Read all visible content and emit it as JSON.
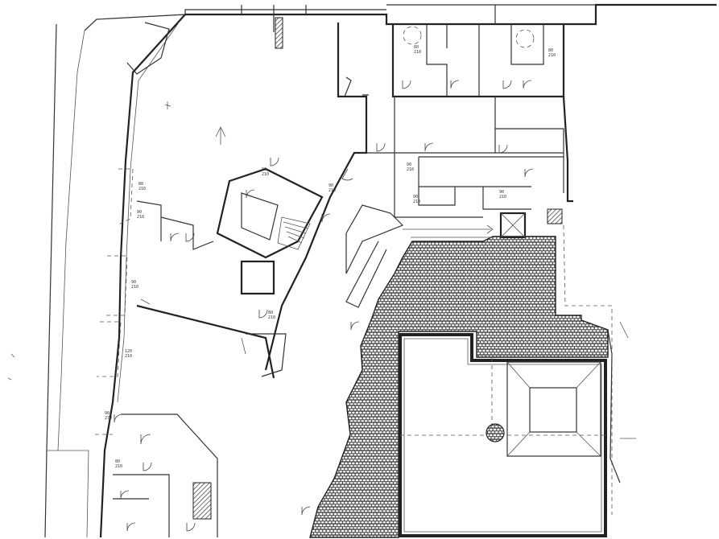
{
  "plan": {
    "room_labels": [
      {
        "id": "r1",
        "line1": "90",
        "line2": "210"
      },
      {
        "id": "r2",
        "line1": "90",
        "line2": "210"
      },
      {
        "id": "r3",
        "line1": "80",
        "line2": "210"
      },
      {
        "id": "r4",
        "line1": "80",
        "line2": "210"
      },
      {
        "id": "r5",
        "line1": "90",
        "line2": "210"
      },
      {
        "id": "r6",
        "line1": "80",
        "line2": "210"
      },
      {
        "id": "r7",
        "line1": "90",
        "line2": "210"
      },
      {
        "id": "r8",
        "line1": "90",
        "line2": "210"
      },
      {
        "id": "r9",
        "line1": "120",
        "line2": "210"
      },
      {
        "id": "r10",
        "line1": "90",
        "line2": "210"
      },
      {
        "id": "r11",
        "line1": "90",
        "line2": "210"
      },
      {
        "id": "r12",
        "line1": "80",
        "line2": "210"
      },
      {
        "id": "r13",
        "line1": "90",
        "line2": "270"
      },
      {
        "id": "r14",
        "line1": "80",
        "line2": "210"
      }
    ],
    "colors": {
      "walls": "#222222",
      "paving_fill": "#444444",
      "background": "#ffffff"
    },
    "icons": [
      "north-arrow-icon",
      "stair-icon",
      "round-column-icon",
      "roof-pyramid-icon"
    ]
  }
}
